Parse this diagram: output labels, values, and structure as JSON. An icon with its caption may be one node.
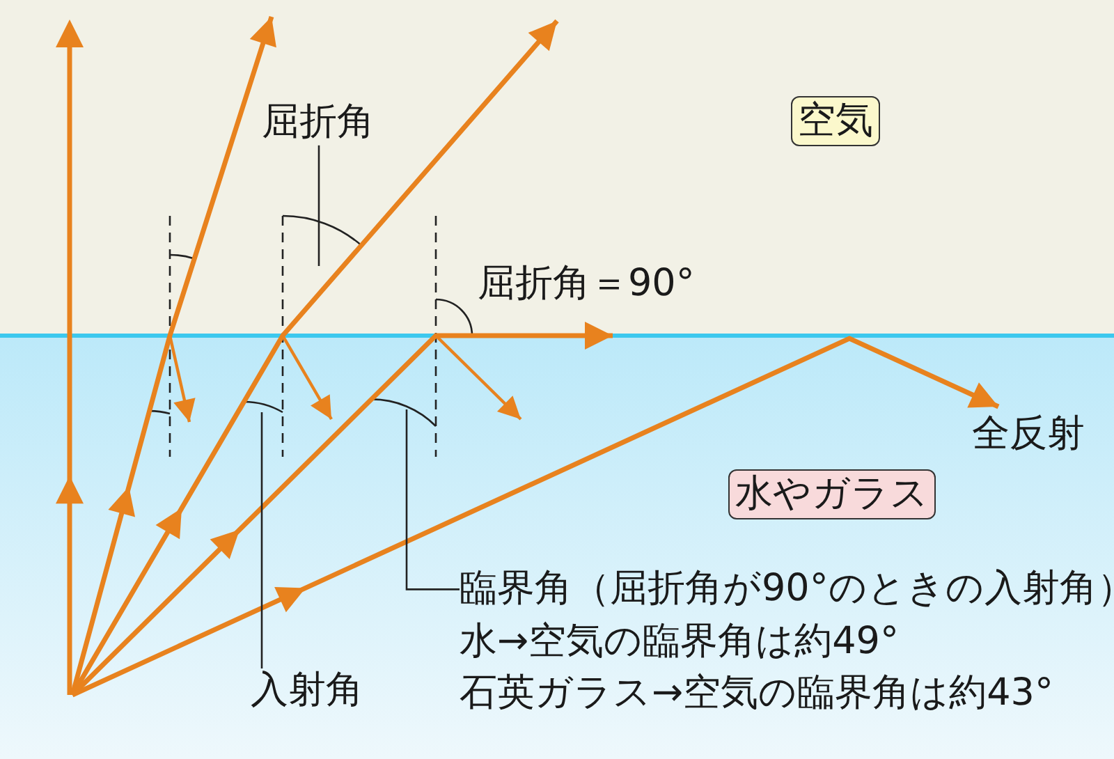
{
  "diagram": {
    "nodes": [
      {
        "text": [
          "空気"
        ]
      },
      {
        "text": [
          "水やガラス"
        ]
      },
      {
        "text": [
          "屈折角"
        ]
      },
      {
        "text": [
          "入射角"
        ]
      },
      {
        "text": [
          "臨界角（屈折角が90°のときの入射角）"
        ]
      }
    ],
    "edges": [
      {
        "from": 2,
        "to": null,
        "arrow": "none"
      },
      {
        "from": 3,
        "to": null,
        "arrow": "none"
      },
      {
        "from": 4,
        "to": null,
        "arrow": "none"
      }
    ],
    "labels": [
      "屈折角＝90°",
      "全反射",
      "水→空気の臨界角は約49°",
      "石英ガラス→空気の臨界角は約43°"
    ]
  }
}
